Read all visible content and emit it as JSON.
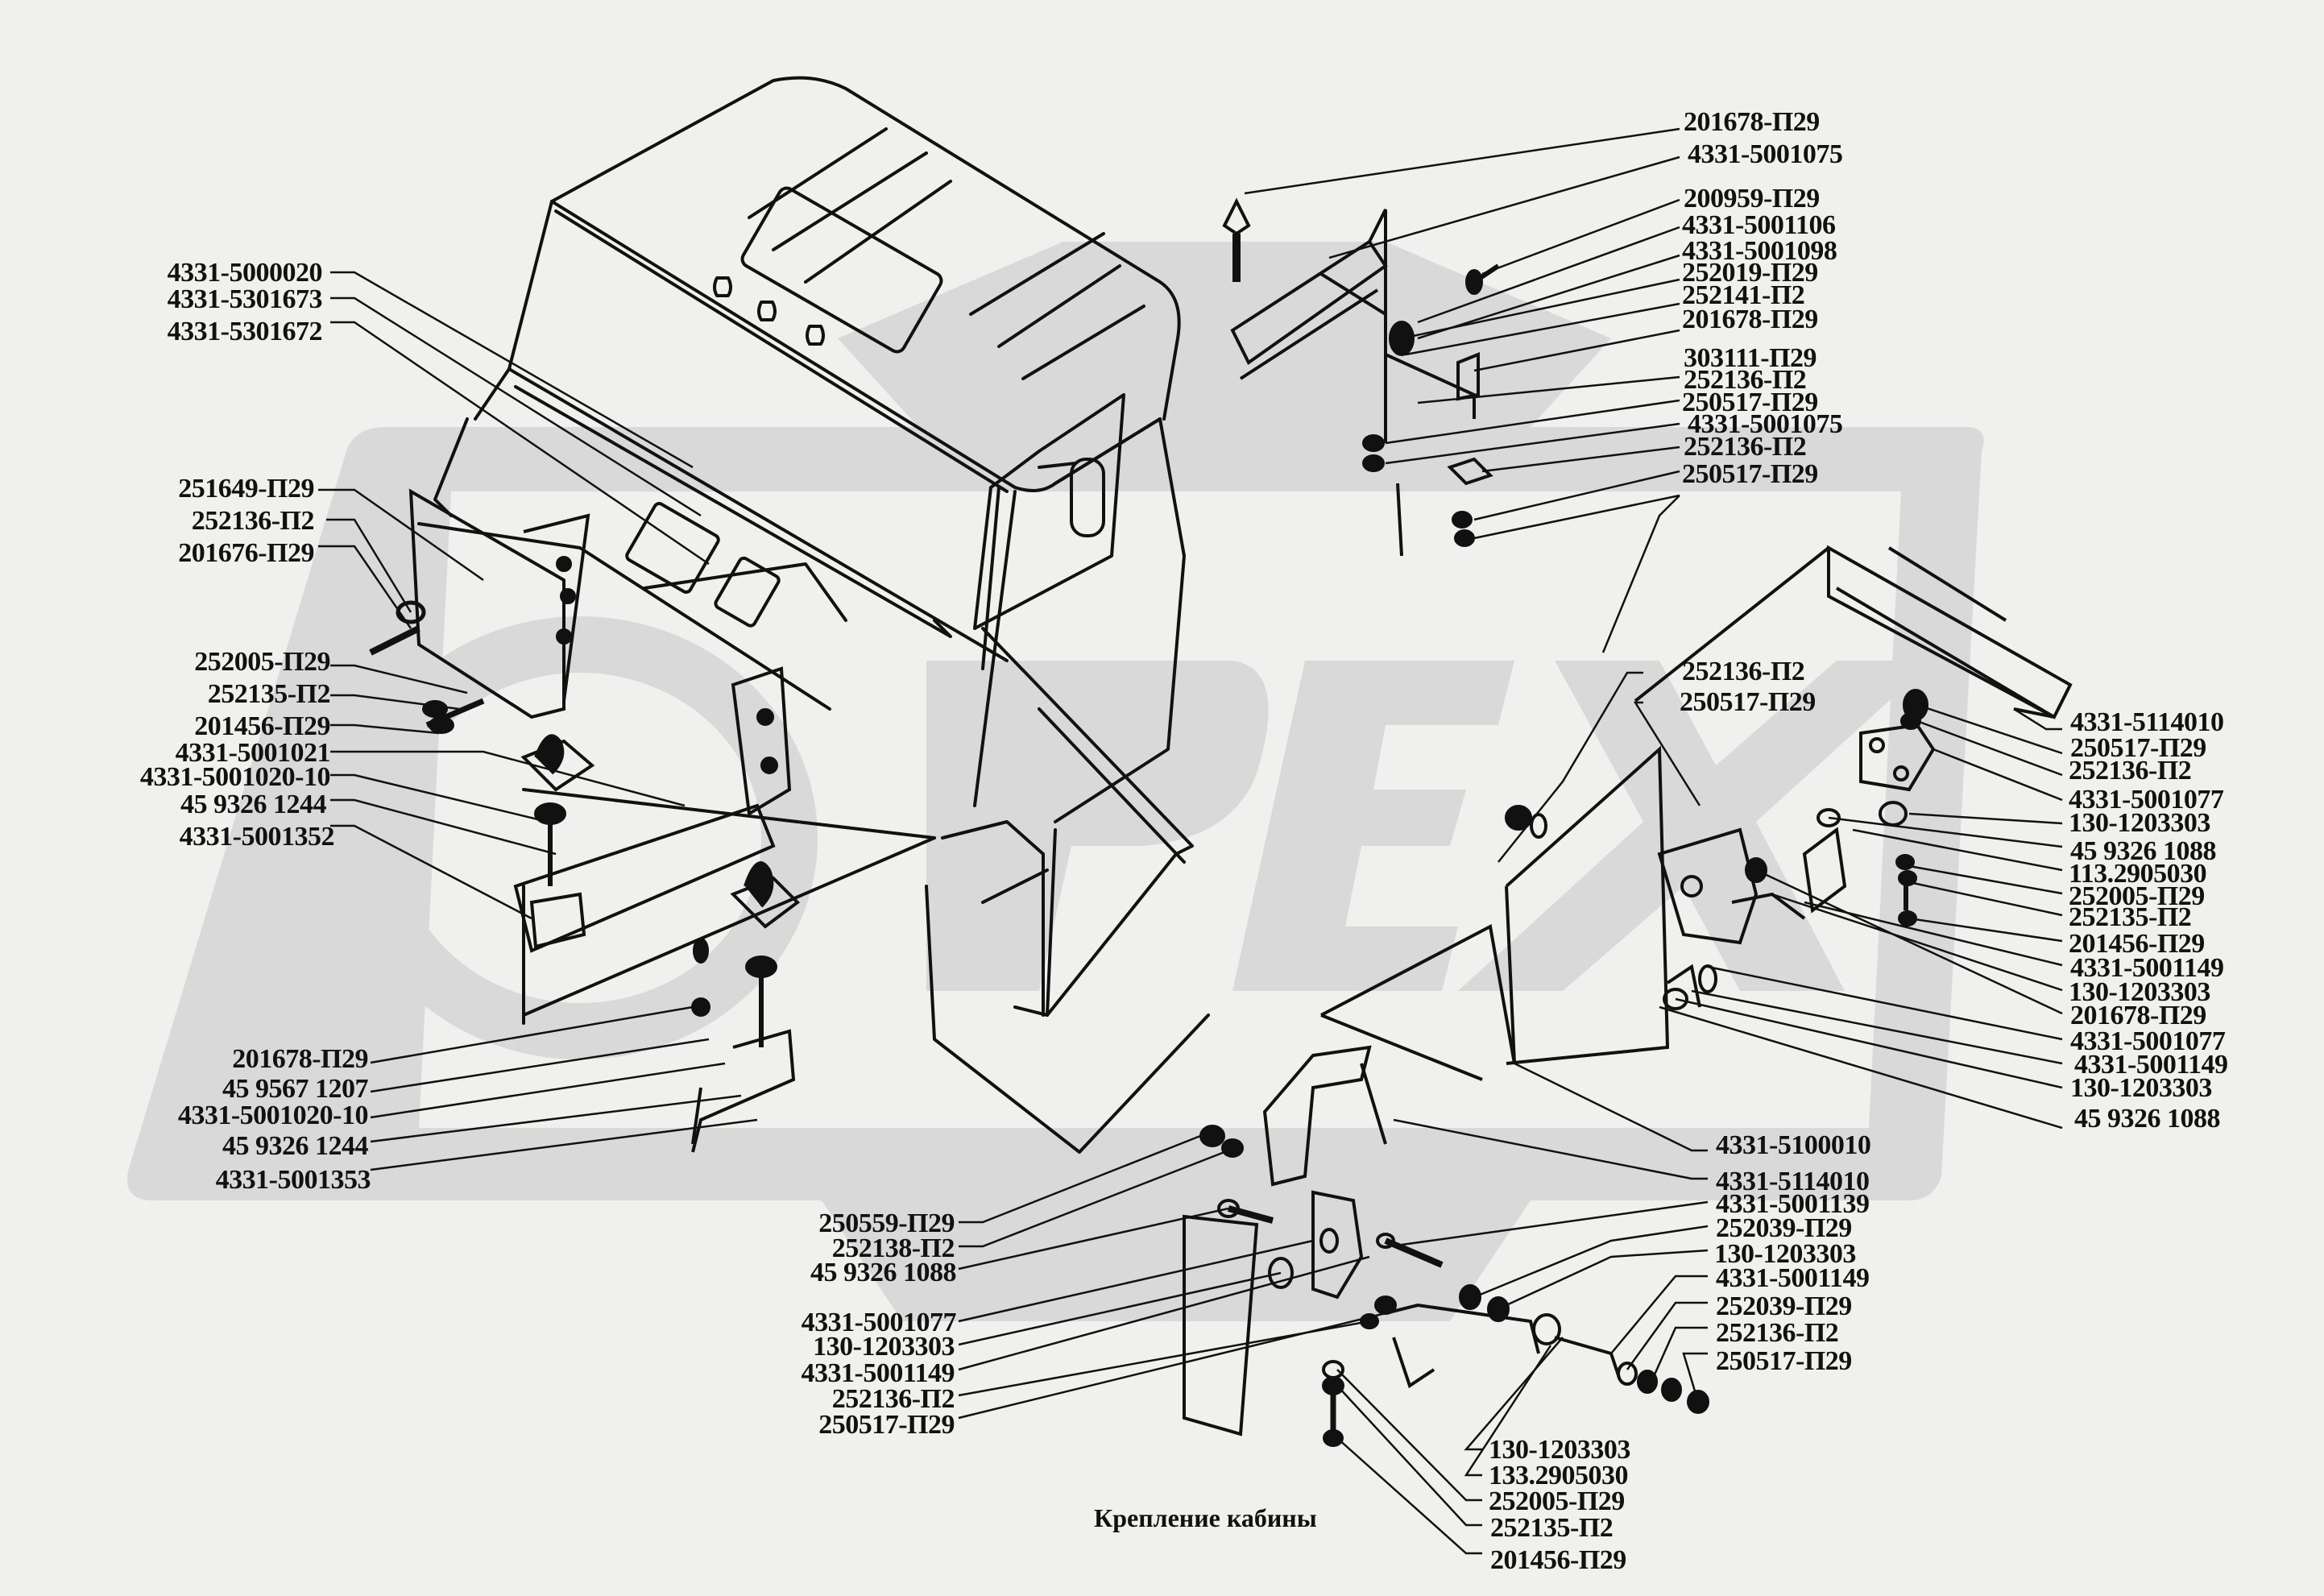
{
  "caption": "Крепление кабины",
  "watermark": {
    "text": "OREX",
    "color": "#d9d9d9"
  },
  "colors": {
    "background": "#f0f0ee",
    "ink": "#111111"
  },
  "labels": {
    "top_right": [
      "201678-П29",
      "4331-5001075",
      "200959-П29",
      "4331-5001106",
      "4331-5001098",
      "252019-П29",
      "252141-П2",
      "201678-П29",
      "303111-П29",
      "252136-П2",
      "250517-П29",
      "4331-5001075",
      "252136-П2",
      "250517-П29"
    ],
    "left_top": [
      "4331-5000020",
      "4331-5301673",
      "4331-5301672"
    ],
    "left_mid": [
      "251649-П29",
      "252136-П2",
      "201676-П29"
    ],
    "left_lower": [
      "252005-П29",
      "252135-П2",
      "201456-П29",
      "4331-5001021",
      "4331-5001020-10",
      "45 9326 1244",
      "4331-5001352"
    ],
    "left_bottom": [
      "201678-П29",
      "45 9567 1207",
      "4331-5001020-10",
      "45 9326 1244",
      "4331-5001353"
    ],
    "center": [
      "252136-П2",
      "250517-П29"
    ],
    "right": [
      "4331-5114010",
      "250517-П29",
      "252136-П2",
      "4331-5001077",
      "130-1203303",
      "45 9326 1088",
      "113.2905030",
      "252005-П29",
      "252135-П2",
      "201456-П29",
      "4331-5001149",
      "130-1203303",
      "201678-П29",
      "4331-5001077",
      "4331-5001149",
      "130-1203303",
      "45 9326 1088"
    ],
    "bottom_center": [
      "250559-П29",
      "252138-П2",
      "45 9326 1088",
      "4331-5001077",
      "130-1203303",
      "4331-5001149",
      "252136-П2",
      "250517-П29"
    ],
    "bottom_right": [
      "4331-5100010",
      "4331-5114010",
      "4331-5001139",
      "252039-П29",
      "130-1203303",
      "4331-5001149",
      "252039-П29",
      "252136-П2",
      "250517-П29"
    ],
    "bottom_lower": [
      "130-1203303",
      "133.2905030",
      "252005-П29",
      "252135-П2",
      "201456-П29"
    ]
  }
}
